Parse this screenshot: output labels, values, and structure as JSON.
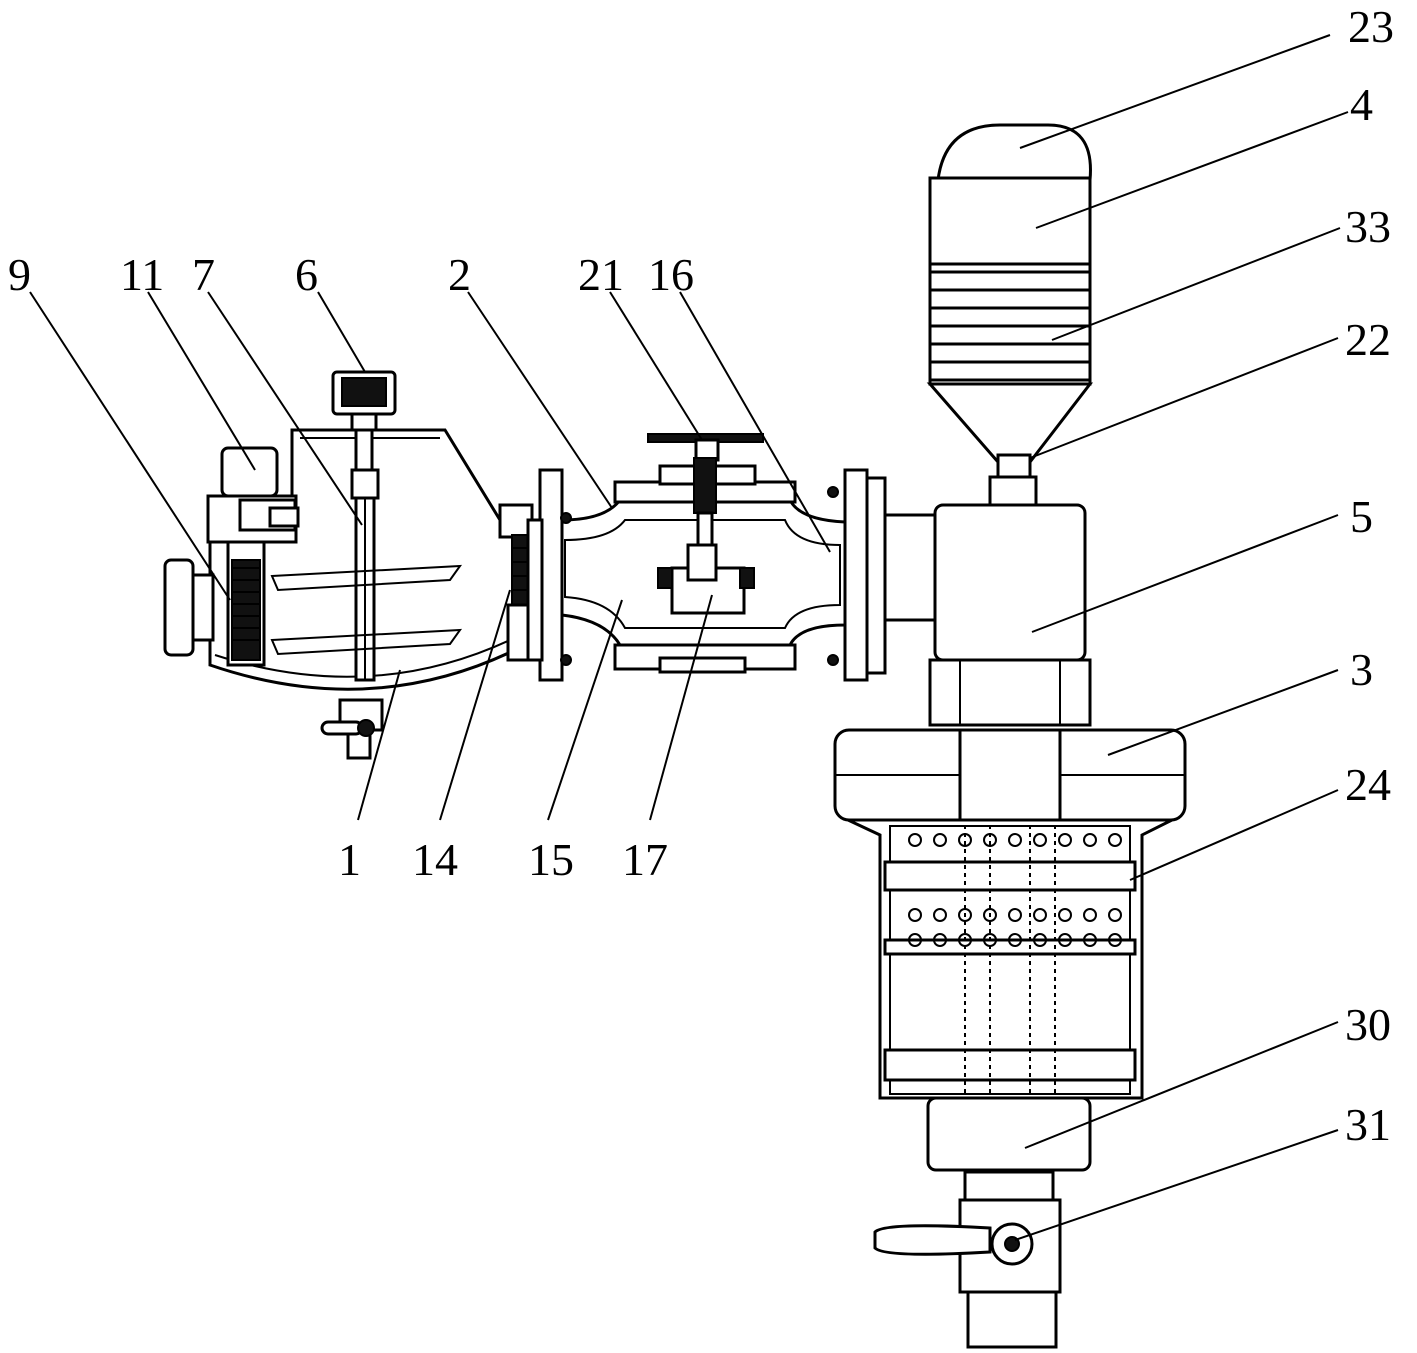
{
  "labels": {
    "l9": "9",
    "l11": "11",
    "l7": "7",
    "l6": "6",
    "l2": "2",
    "l21": "21",
    "l16": "16",
    "l23": "23",
    "l4": "4",
    "l33": "33",
    "l22": "22",
    "l5": "5",
    "l3": "3",
    "l24": "24",
    "l30": "30",
    "l31": "31",
    "l1": "1",
    "l14": "14",
    "l15": "15",
    "l17": "17"
  }
}
